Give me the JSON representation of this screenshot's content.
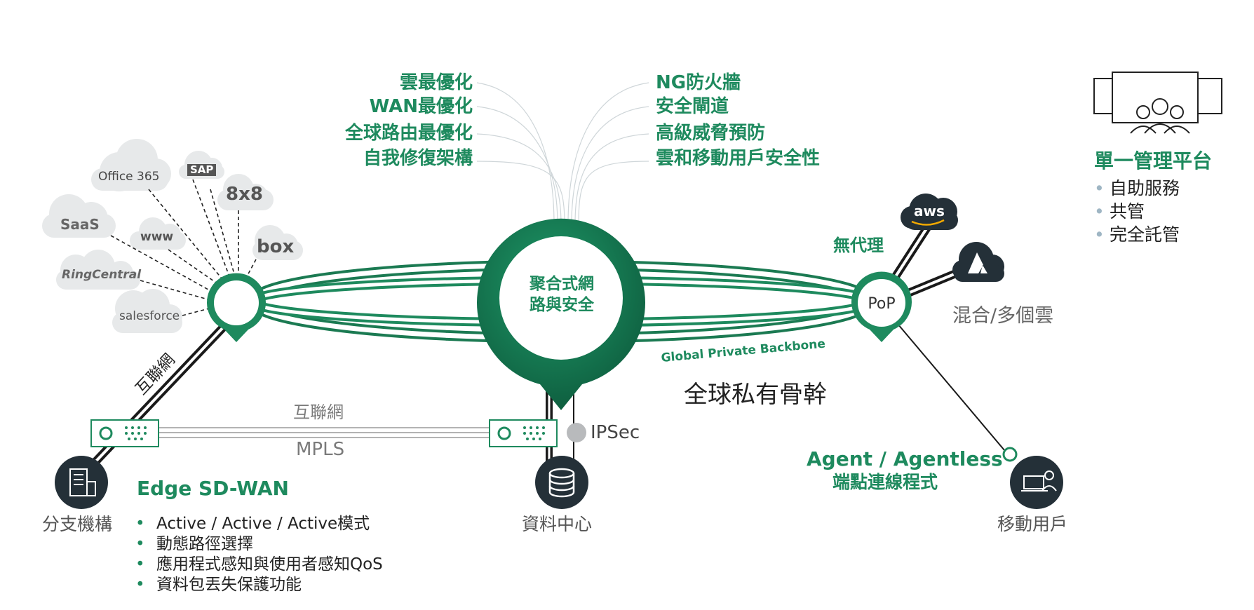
{
  "features_left": [
    "雲最優化",
    "WAN最優化",
    "全球路由最優化",
    "自我修復架構"
  ],
  "features_right": [
    "NG防火牆",
    "安全閘道",
    "高級威脅預防",
    "雲和移動用戶安全性"
  ],
  "cloud_apps": [
    "Office 365",
    "SAP",
    "8x8",
    "SaaS",
    "www",
    "box",
    "RingCentral",
    "salesforce"
  ],
  "core_label": [
    "聚合式網",
    "路與安全"
  ],
  "pop_label": "PoP",
  "backbone_en": "Global Private Backbone",
  "backbone_zh": "全球私有骨幹",
  "internet_diag": "互聯網",
  "internet_mid": "互聯網",
  "mpls": "MPLS",
  "ipsec": "IPSec",
  "branch_label": "分支機構",
  "edge_title": "Edge SD-WAN",
  "edge_features": [
    "Active / Active / Active模式",
    "動態路徑選擇",
    "應用程式感知與使用者感知QoS",
    "資料包丟失保護功能"
  ],
  "datacenter_label": "資料中心",
  "agentless": "無代理",
  "aws": "aws",
  "hybrid_cloud": "混合/多個雲",
  "agent_title": "Agent / Agentless",
  "agent_sub": "端點連線程式",
  "mobile_label": "移動用戶",
  "mgmt_title": "單一管理平台",
  "mgmt_items": [
    "自助服務",
    "共管",
    "完全託管"
  ],
  "colors": {
    "green": "#1e8a5e",
    "dark_green": "#0f5c3d",
    "navy": "#243038",
    "cloud": "#e7e9ea"
  }
}
